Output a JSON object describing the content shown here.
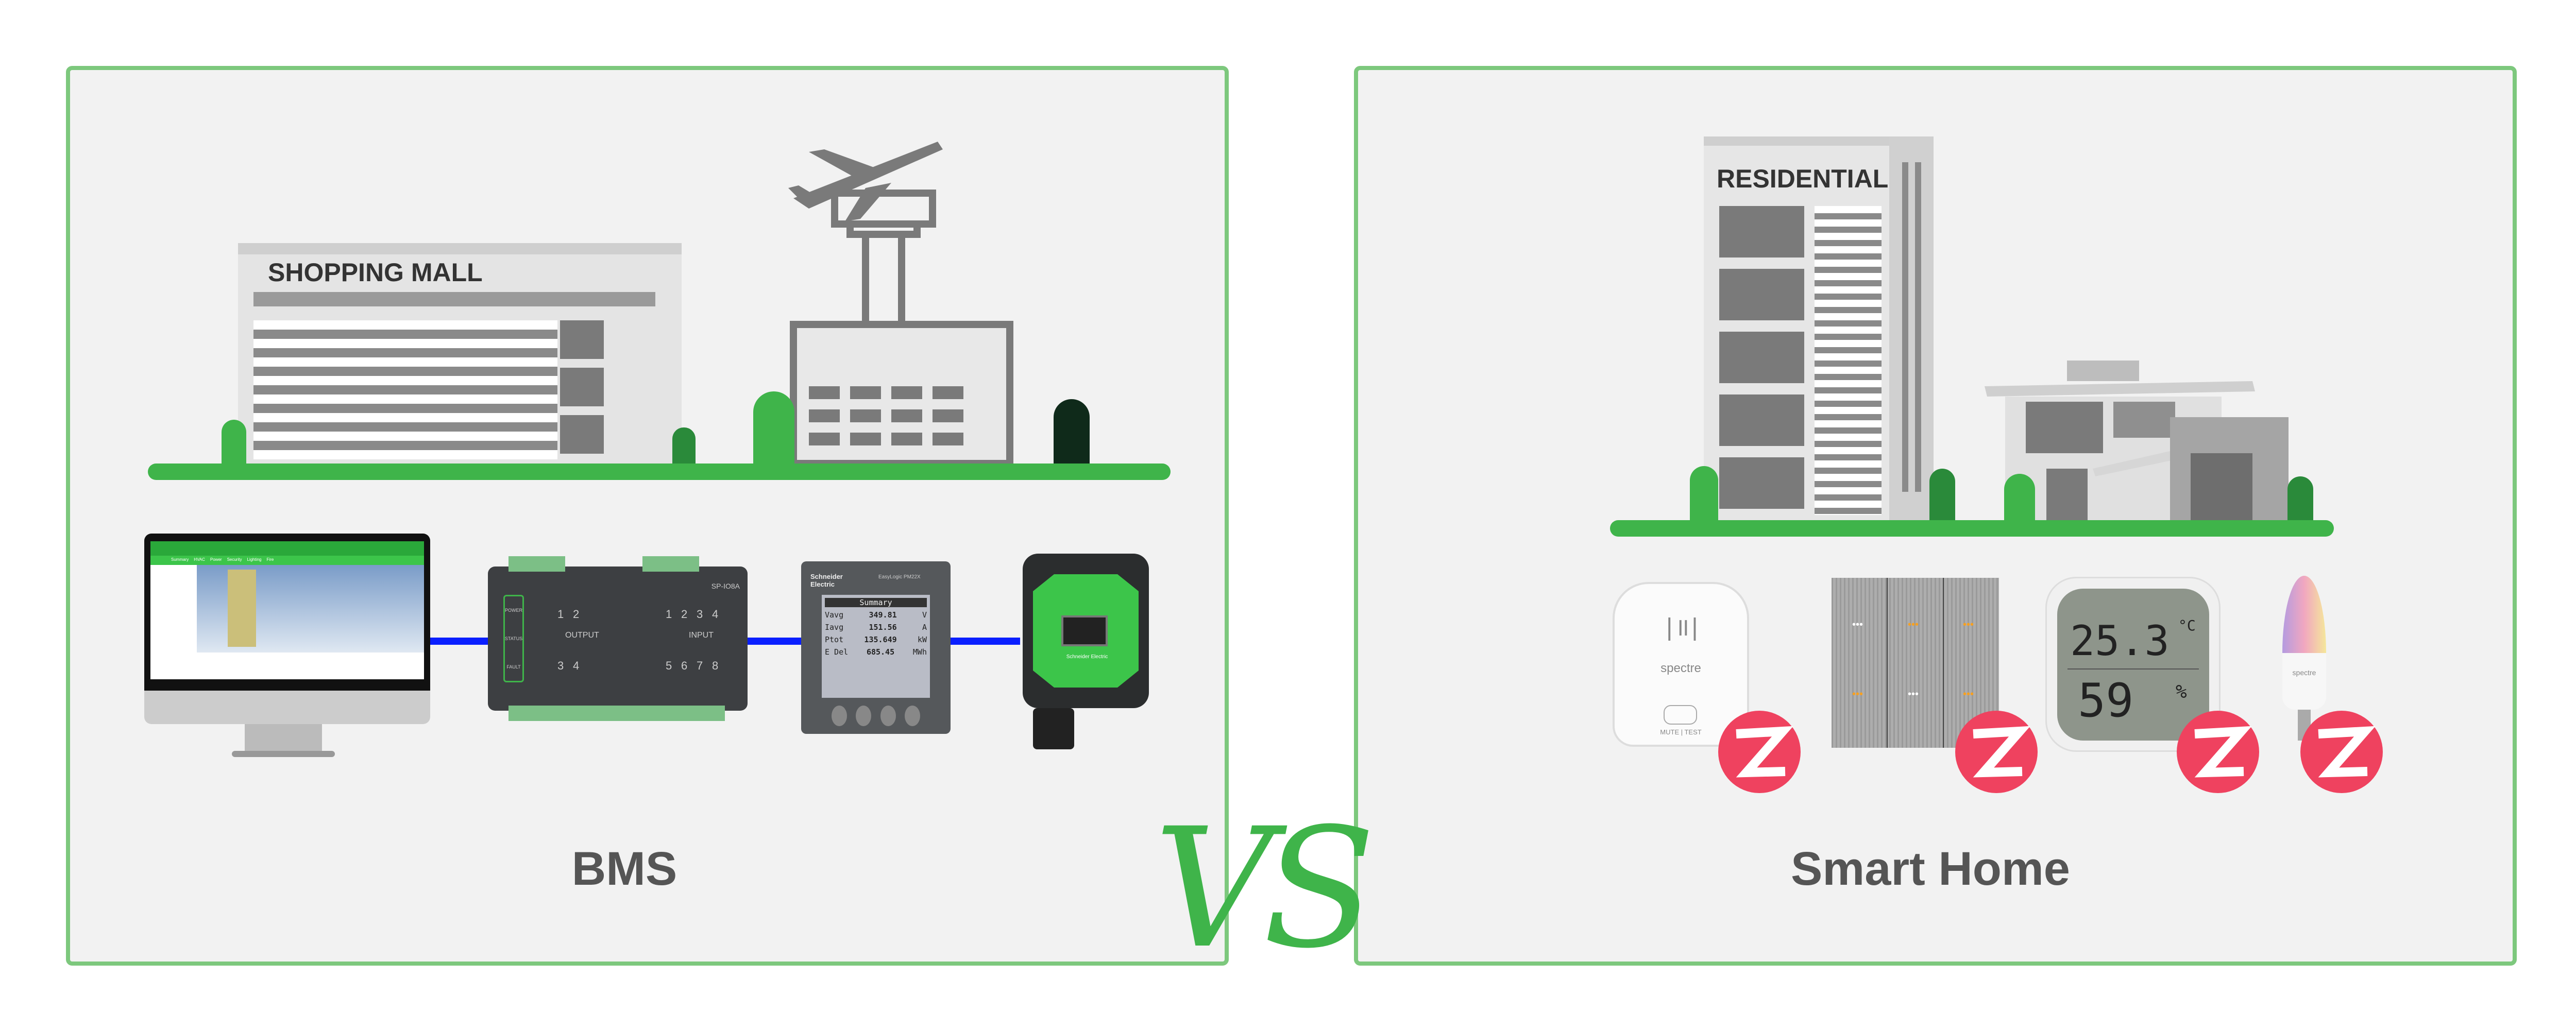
{
  "bms": {
    "title": "BMS",
    "buildings": {
      "mall": "SHOPPING MALL"
    },
    "devices": {
      "monitor": {
        "nav": [
          "Summary",
          "HVAC",
          "Power",
          "Security",
          "Lighting",
          "Fire"
        ]
      },
      "controller": {
        "model": "SP-IO8A",
        "output_label": "OUTPUT",
        "input_label": "INPUT",
        "status_labels": [
          "POWER",
          "STATUS",
          "FAULT"
        ],
        "numbers_top": [
          "1",
          "2",
          "1",
          "2",
          "3",
          "4"
        ],
        "numbers_bottom": [
          "3",
          "4",
          "5",
          "6",
          "7",
          "8"
        ]
      },
      "meter": {
        "brand": "Schneider Electric",
        "model": "EasyLogic PM22X",
        "screen_title": "Summary",
        "rows": [
          {
            "label": "Vavg",
            "value": "349.81",
            "unit": "V"
          },
          {
            "label": "Iavg",
            "value": "151.56",
            "unit": "A"
          },
          {
            "label": "Ptot",
            "value": "135.649",
            "unit": "kW"
          },
          {
            "label": "E Del",
            "value": "685.45",
            "unit": "MWh"
          }
        ]
      },
      "sensor": {
        "brand": "Schneider Electric"
      }
    }
  },
  "vs": "VS",
  "smart_home": {
    "title": "Smart Home",
    "buildings": {
      "tower": "RESIDENTIAL"
    },
    "devices": {
      "smoke": {
        "brand": "spectre",
        "button": "MUTE | TEST"
      },
      "thermo": {
        "temp": "25.3",
        "temp_unit": "°C",
        "humidity": "59",
        "humidity_unit": "%"
      },
      "bulb": {
        "brand": "spectre"
      }
    }
  },
  "colors": {
    "accent": "#3fb44a",
    "border": "#7dc87d",
    "zigbee": "#ef425f",
    "wire": "#0a1fff"
  }
}
